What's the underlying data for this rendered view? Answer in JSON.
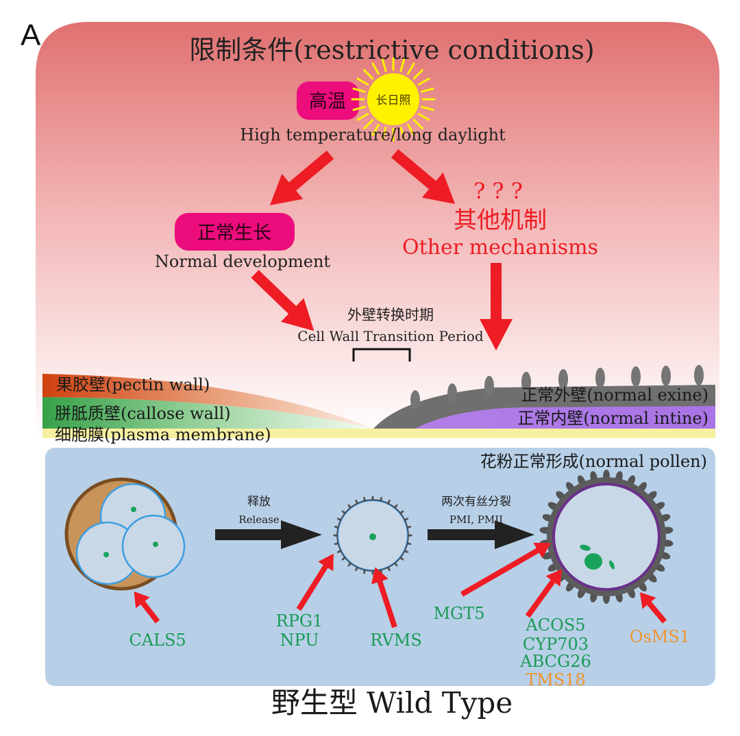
{
  "panel_label": "A",
  "top": {
    "title": "限制条件(restrictive conditions)",
    "high_temp_badge": "高温",
    "sun_label": "长日照",
    "condition_text": "High temperature/long daylight",
    "normal_growth_badge": "正常生长",
    "normal_development": "Normal development",
    "question_marks": "? ? ?",
    "other_mech_zh": "其他机制",
    "other_mech_en": "Other mechanisms",
    "transition_zh": "外壁转换时期",
    "transition_en": "Cell Wall Transition Period"
  },
  "layers": {
    "pectin": "果胶壁(pectin wall)",
    "callose": "胼胝质壁(callose wall)",
    "membrane": "细胞膜(plasma membrane)",
    "exine": "正常外壁(normal exine)",
    "intine": "正常内壁(normal intine)"
  },
  "bottom": {
    "panel_title": "花粉正常形成(normal pollen)",
    "release_zh": "释放",
    "release_en": "Release",
    "mitosis_zh": "两次有丝分裂",
    "mitosis_en": "PMI, PMII",
    "genes": {
      "cals5": "CALS5",
      "rpg1": "RPG1",
      "npu": "NPU",
      "rvms": "RVMS",
      "mgt5": "MGT5",
      "acos5": "ACOS5",
      "cyp703": "CYP703",
      "abcg26": "ABCG26",
      "tms18": "TMS18",
      "osms1": "OsMS1"
    }
  },
  "footer": "野生型 Wild Type",
  "colors": {
    "arrow_red": "#ee1c24",
    "gene_green": "#1a9a55",
    "gene_orange": "#f0932b",
    "badge_magenta": "#ec0c7c",
    "panel_blue": "#b7d0e8",
    "exine_gray": "#6f6f6f",
    "intine_purple": "#b27ee8",
    "pectin_orange": "#d3470f",
    "callose_green": "#3ea54b",
    "membrane_yellow": "#f7f0a0",
    "sun_yellow": "#fff200"
  }
}
